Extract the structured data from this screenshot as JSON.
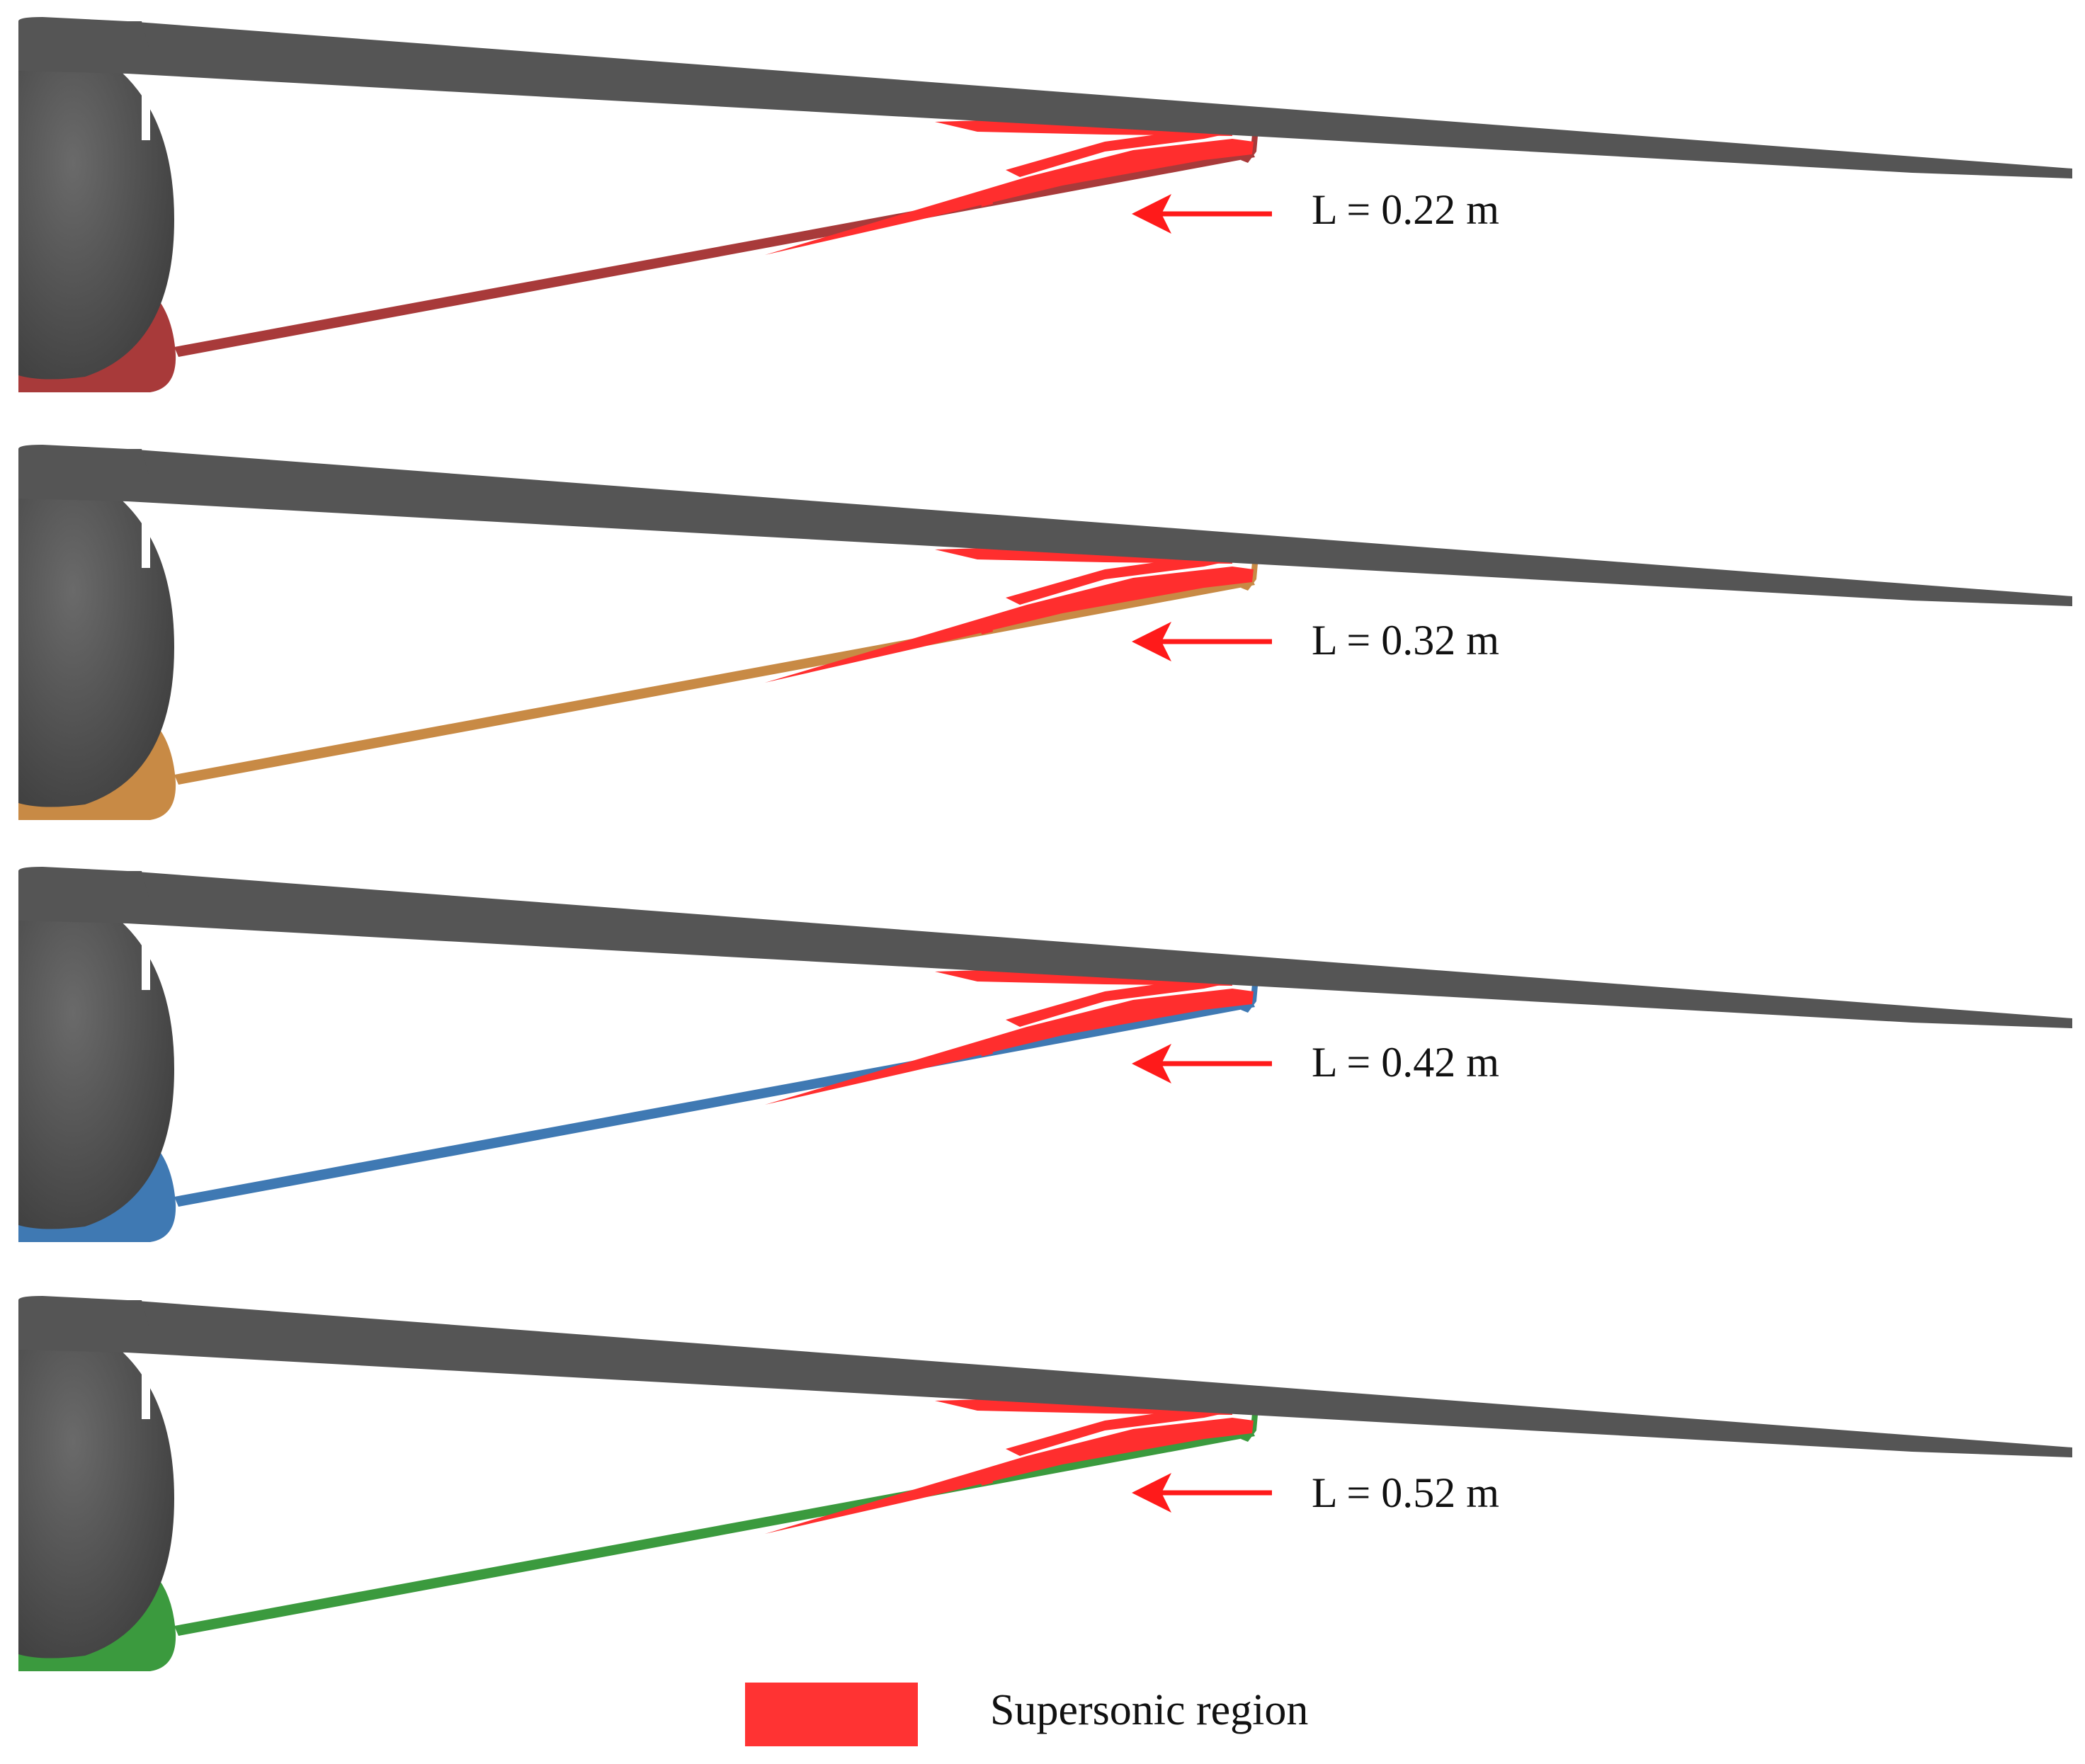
{
  "figure": {
    "panels": [
      {
        "label": "L = 0.22 m",
        "color": "#a83a3a"
      },
      {
        "label": "L = 0.32 m",
        "color": "#c88a45"
      },
      {
        "label": "L = 0.42 m",
        "color": "#3f79b3"
      },
      {
        "label": "L = 0.52 m",
        "color": "#3b9a3e"
      }
    ],
    "colors": {
      "blade": "#555555",
      "hub": "#555555",
      "supersonic": "#ff2e2e",
      "arrow": "#ff1a1a"
    },
    "legend": {
      "label": "Supersonic region",
      "color": "#ff3333"
    }
  }
}
